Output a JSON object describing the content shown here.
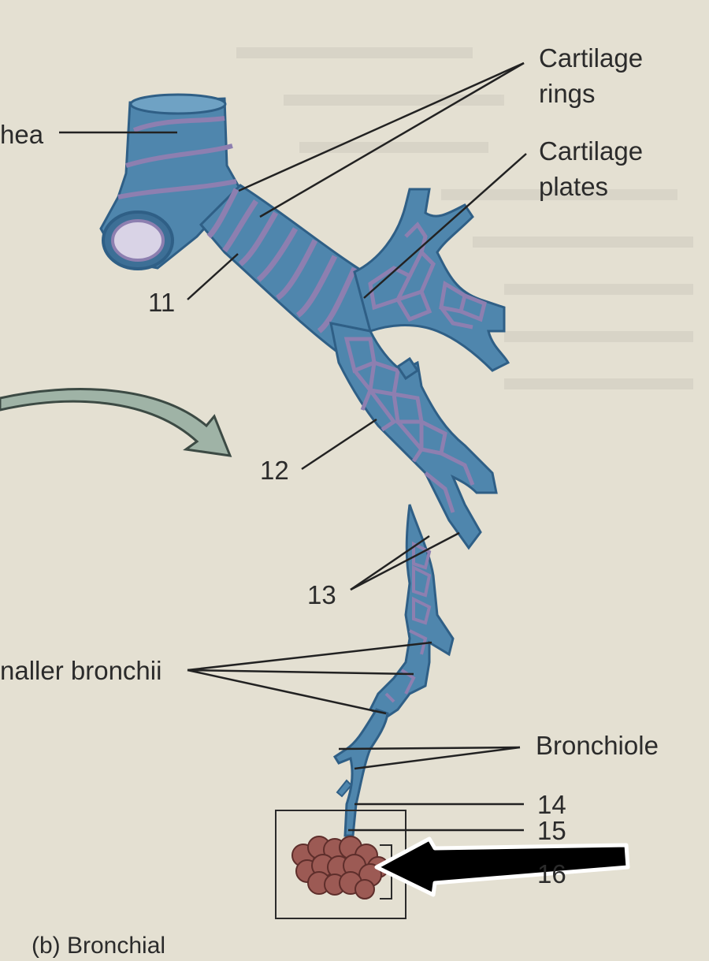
{
  "labels": {
    "trachea": "hea",
    "cartilage_rings": "Cartilage\nrings",
    "cartilage_plates": "Cartilage\nplates",
    "n11": "11",
    "n12": "12",
    "n13": "13",
    "smaller_bronchii": "naller bronchii",
    "bronchiole": "Bronchiole",
    "n14": "14",
    "n15": "15",
    "n16": "16",
    "caption": "(b) Bronchial"
  },
  "colors": {
    "background": "#e4e0d2",
    "airway_blue": "#4f86ad",
    "airway_dark": "#2f5f86",
    "cartilage_lavender": "#8d7fb0",
    "alveoli_red": "#9c5a54",
    "arrow_fill": "#9fb3a6",
    "pointer_arrow": "#000000",
    "line_color": "#222222"
  },
  "icons": {
    "pointer": "thick-black-arrow-icon",
    "curved_arrow": "curved-arrow-icon"
  }
}
